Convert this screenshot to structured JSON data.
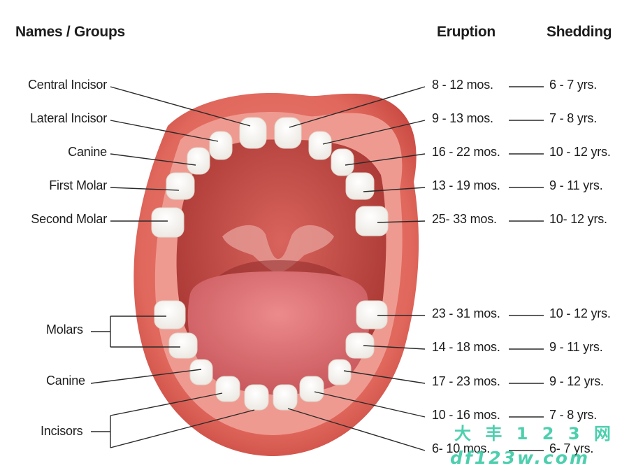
{
  "headers": {
    "names": "Names / Groups",
    "eruption": "Eruption",
    "shedding": "Shedding"
  },
  "upper": [
    {
      "name": "Central Incisor",
      "eruption": "8 - 12 mos.",
      "shedding": "6 - 7 yrs."
    },
    {
      "name": "Lateral Incisor",
      "eruption": "9 - 13 mos.",
      "shedding": "7 - 8 yrs."
    },
    {
      "name": "Canine",
      "eruption": "16 - 22 mos.",
      "shedding": "10 - 12 yrs."
    },
    {
      "name": "First Molar",
      "eruption": "13 - 19 mos.",
      "shedding": "9 - 11 yrs."
    },
    {
      "name": "Second Molar",
      "eruption": "25- 33 mos.",
      "shedding": "10- 12 yrs."
    }
  ],
  "lower_groups": {
    "molars": "Molars",
    "canine": "Canine",
    "incisors": "Incisors"
  },
  "lower": [
    {
      "eruption": "23 - 31 mos.",
      "shedding": "10 - 12 yrs."
    },
    {
      "eruption": "14 - 18 mos.",
      "shedding": "9 - 11 yrs."
    },
    {
      "eruption": "17 - 23 mos.",
      "shedding": "9 - 12 yrs."
    },
    {
      "eruption": "10 - 16 mos.",
      "shedding": "7 - 8 yrs."
    },
    {
      "eruption": "6- 10 mos.",
      "shedding": "6- 7 yrs."
    }
  ],
  "watermark": {
    "line1": "大 丰 1 2 3 网",
    "line2": "df123w.com"
  },
  "colors": {
    "lip": "#e0675c",
    "lip_dark": "#c94a42",
    "gum": "#ef9a90",
    "mouth": "#b8423e",
    "tongue": "#d86a6e",
    "tooth": "#ffffff"
  }
}
